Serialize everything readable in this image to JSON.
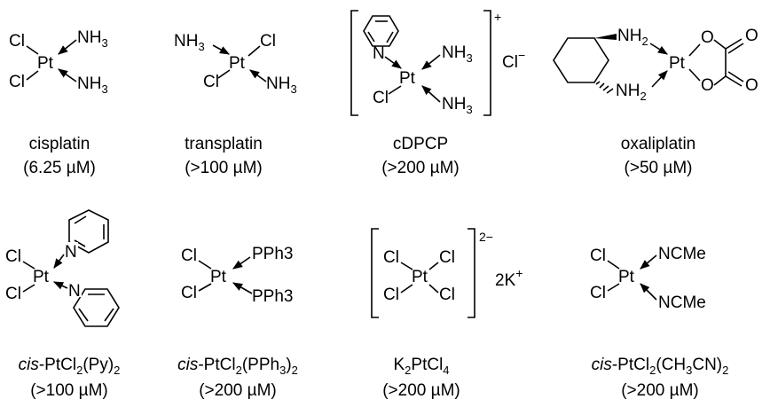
{
  "compounds": [
    {
      "name": "cisplatin",
      "conc": "(6.25 µM)",
      "labels": {
        "pt": "Pt",
        "cl1": "Cl",
        "cl2": "Cl",
        "n1": "NH",
        "n1s": "3",
        "n2": "NH",
        "n2s": "3"
      }
    },
    {
      "name": "transplatin",
      "conc": "(>100 µM)",
      "labels": {
        "pt": "Pt",
        "cl1": "Cl",
        "cl2": "Cl",
        "n1": "NH",
        "n1s": "3",
        "n2": "NH",
        "n2s": "3"
      }
    },
    {
      "name": "cDPCP",
      "conc": "(>200 µM)",
      "labels": {
        "pt": "Pt",
        "cl1": "Cl",
        "npy": "N",
        "n1": "NH",
        "n1s": "3",
        "n2": "NH",
        "n2s": "3",
        "charge": "+",
        "counter": "Cl",
        "counter_charge": "−"
      }
    },
    {
      "name": "oxaliplatin",
      "conc": "(>50 µM)",
      "labels": {
        "pt": "Pt",
        "n1": "NH",
        "n1s": "2",
        "n2": "NH",
        "n2s": "2",
        "o1": "O",
        "o2": "O",
        "o3": "O",
        "o4": "O"
      }
    },
    {
      "name_italic": "cis",
      "name_rest": "-PtCl",
      "name_sub1": "2",
      "name_mid": "(Py)",
      "name_sub2": "2",
      "conc": "(>100 µM)",
      "labels": {
        "pt": "Pt",
        "cl1": "Cl",
        "cl2": "Cl",
        "n1": "N",
        "n2": "N"
      }
    },
    {
      "name_italic": "cis",
      "name_rest": "-PtCl",
      "name_sub1": "2",
      "name_mid": "(PPh",
      "name_sub2": "3",
      "name_end": ")",
      "name_sub3": "2",
      "conc": "(>200 µM)",
      "labels": {
        "pt": "Pt",
        "cl1": "Cl",
        "cl2": "Cl",
        "p1": "PPh3",
        "p2": "PPh3"
      }
    },
    {
      "name_a": "K",
      "name_sub1": "2",
      "name_b": "PtCl",
      "name_sub2": "4",
      "conc": "(>200 µM)",
      "labels": {
        "pt": "Pt",
        "cl1": "Cl",
        "cl2": "Cl",
        "cl3": "Cl",
        "cl4": "Cl",
        "charge": "2−",
        "counter": "2K",
        "counter_charge": "+"
      }
    },
    {
      "name_italic": "cis",
      "name_rest": "-PtCl",
      "name_sub1": "2",
      "name_mid": "(CH",
      "name_sub2": "3",
      "name_end": "CN)",
      "name_sub3": "2",
      "conc": "(>200 µM)",
      "labels": {
        "pt": "Pt",
        "cl1": "Cl",
        "cl2": "Cl",
        "n1": "NCMe",
        "n2": "NCMe"
      }
    }
  ]
}
